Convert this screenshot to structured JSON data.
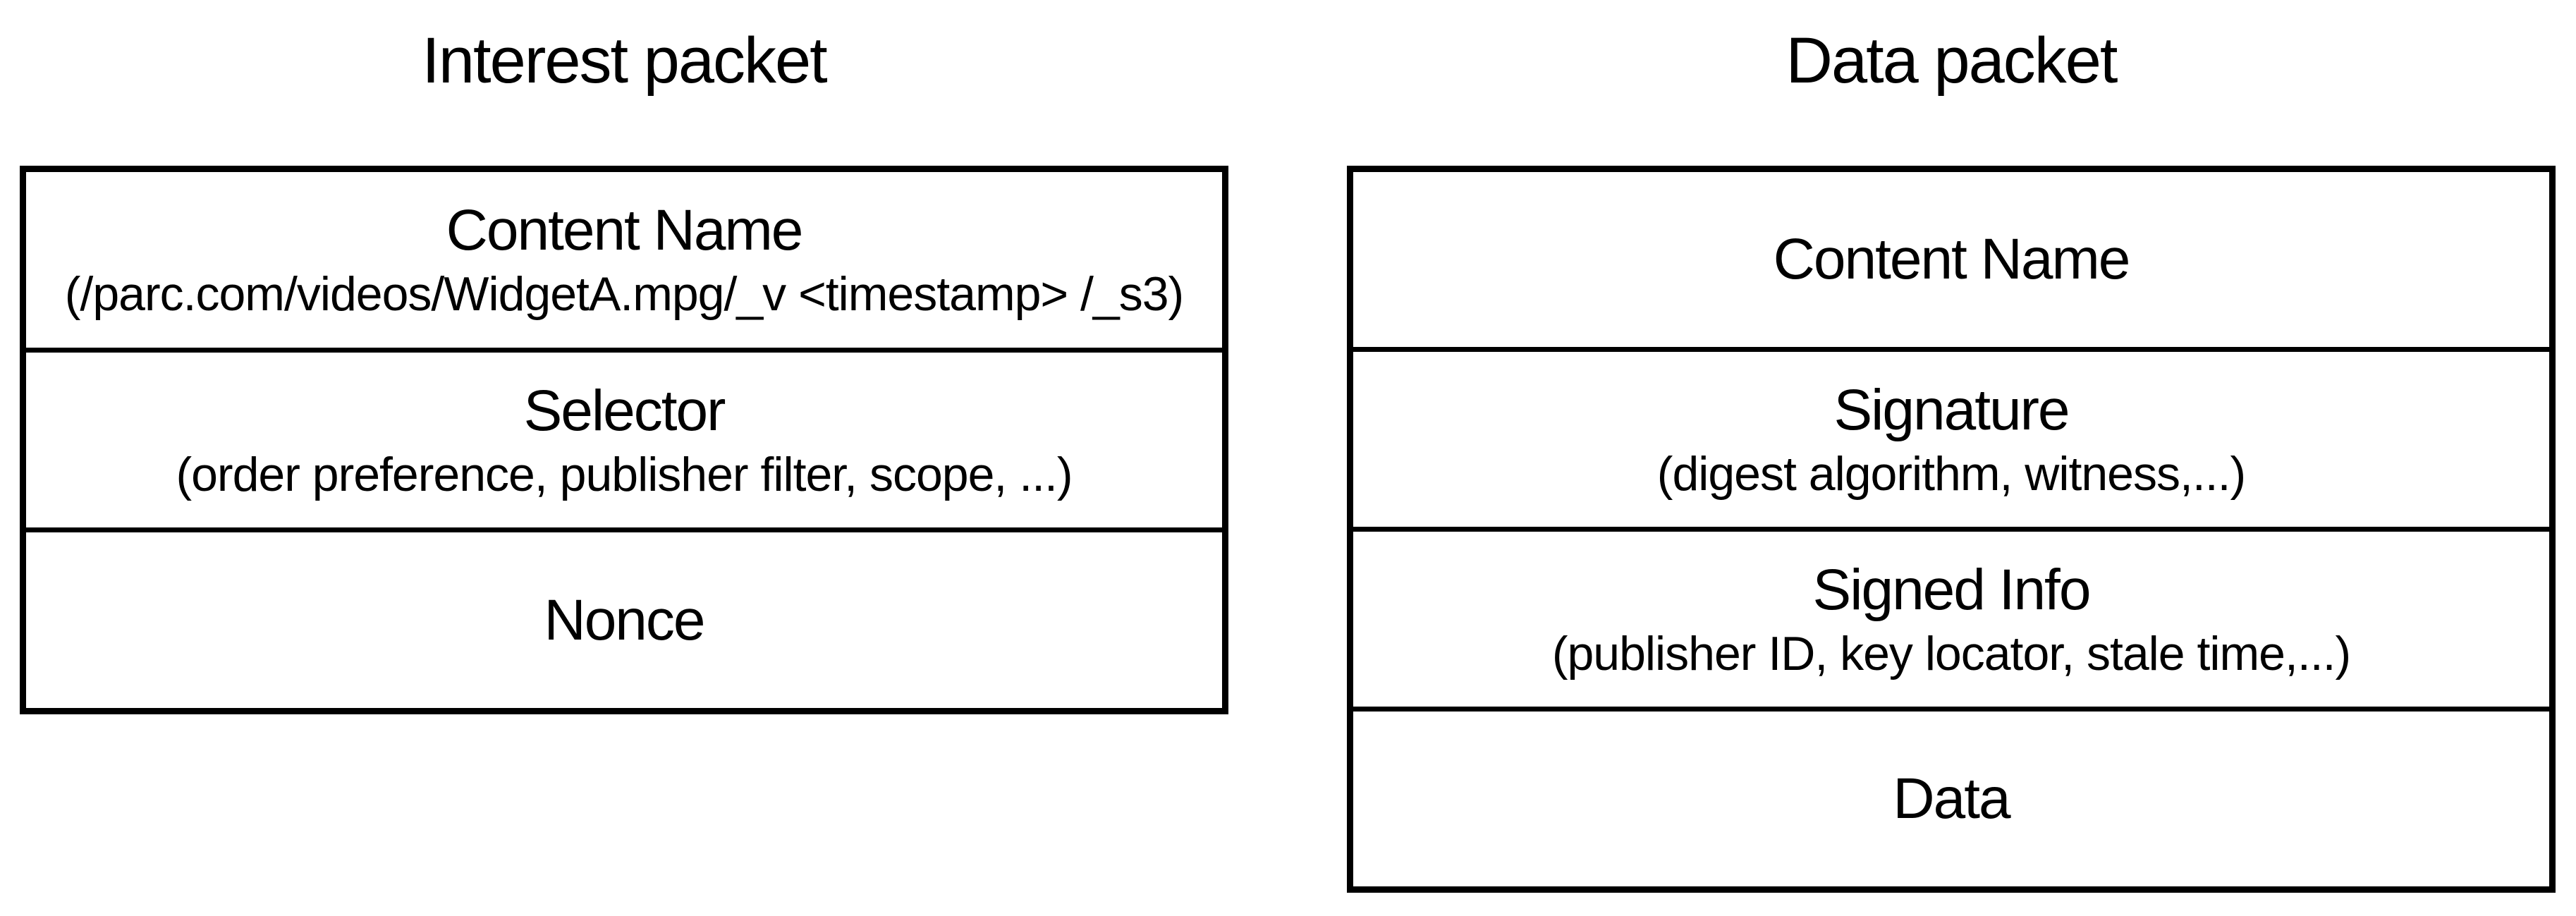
{
  "page": {
    "background_color": "#ffffff",
    "line_color": "#000000",
    "text_color": "#000000"
  },
  "diagrams": [
    {
      "title": "Interest packet",
      "rows": [
        {
          "label": "Content Name",
          "sublabel": "(/parc.com/videos/WidgetA.mpg/_v <timestamp> /_s3)"
        },
        {
          "label": "Selector",
          "sublabel": "(order preference, publisher filter, scope, ...)"
        },
        {
          "label": "Nonce"
        }
      ]
    },
    {
      "title": "Data packet",
      "rows": [
        {
          "label": "Content Name"
        },
        {
          "label": "Signature",
          "sublabel": "(digest algorithm, witness,...)"
        },
        {
          "label": "Signed Info",
          "sublabel": "(publisher ID, key locator, stale time,...)"
        },
        {
          "label": "Data"
        }
      ]
    }
  ]
}
